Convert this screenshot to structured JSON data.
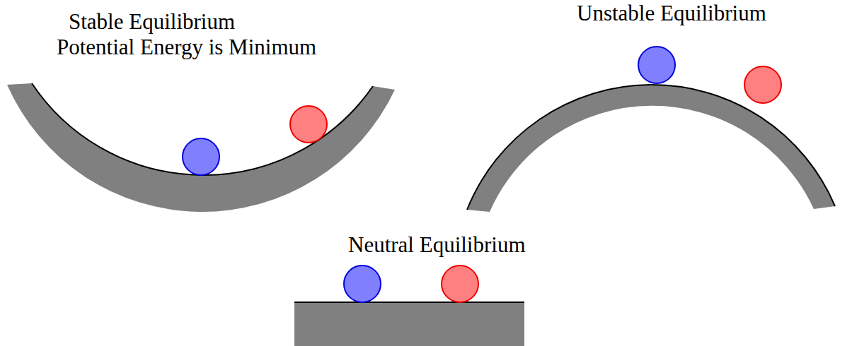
{
  "diagram": {
    "labels": [
      "Stable Equilibrium",
      "Potential Energy is Minimum",
      "Unstable Equilibrium",
      "Neutral Equilibrium"
    ]
  }
}
